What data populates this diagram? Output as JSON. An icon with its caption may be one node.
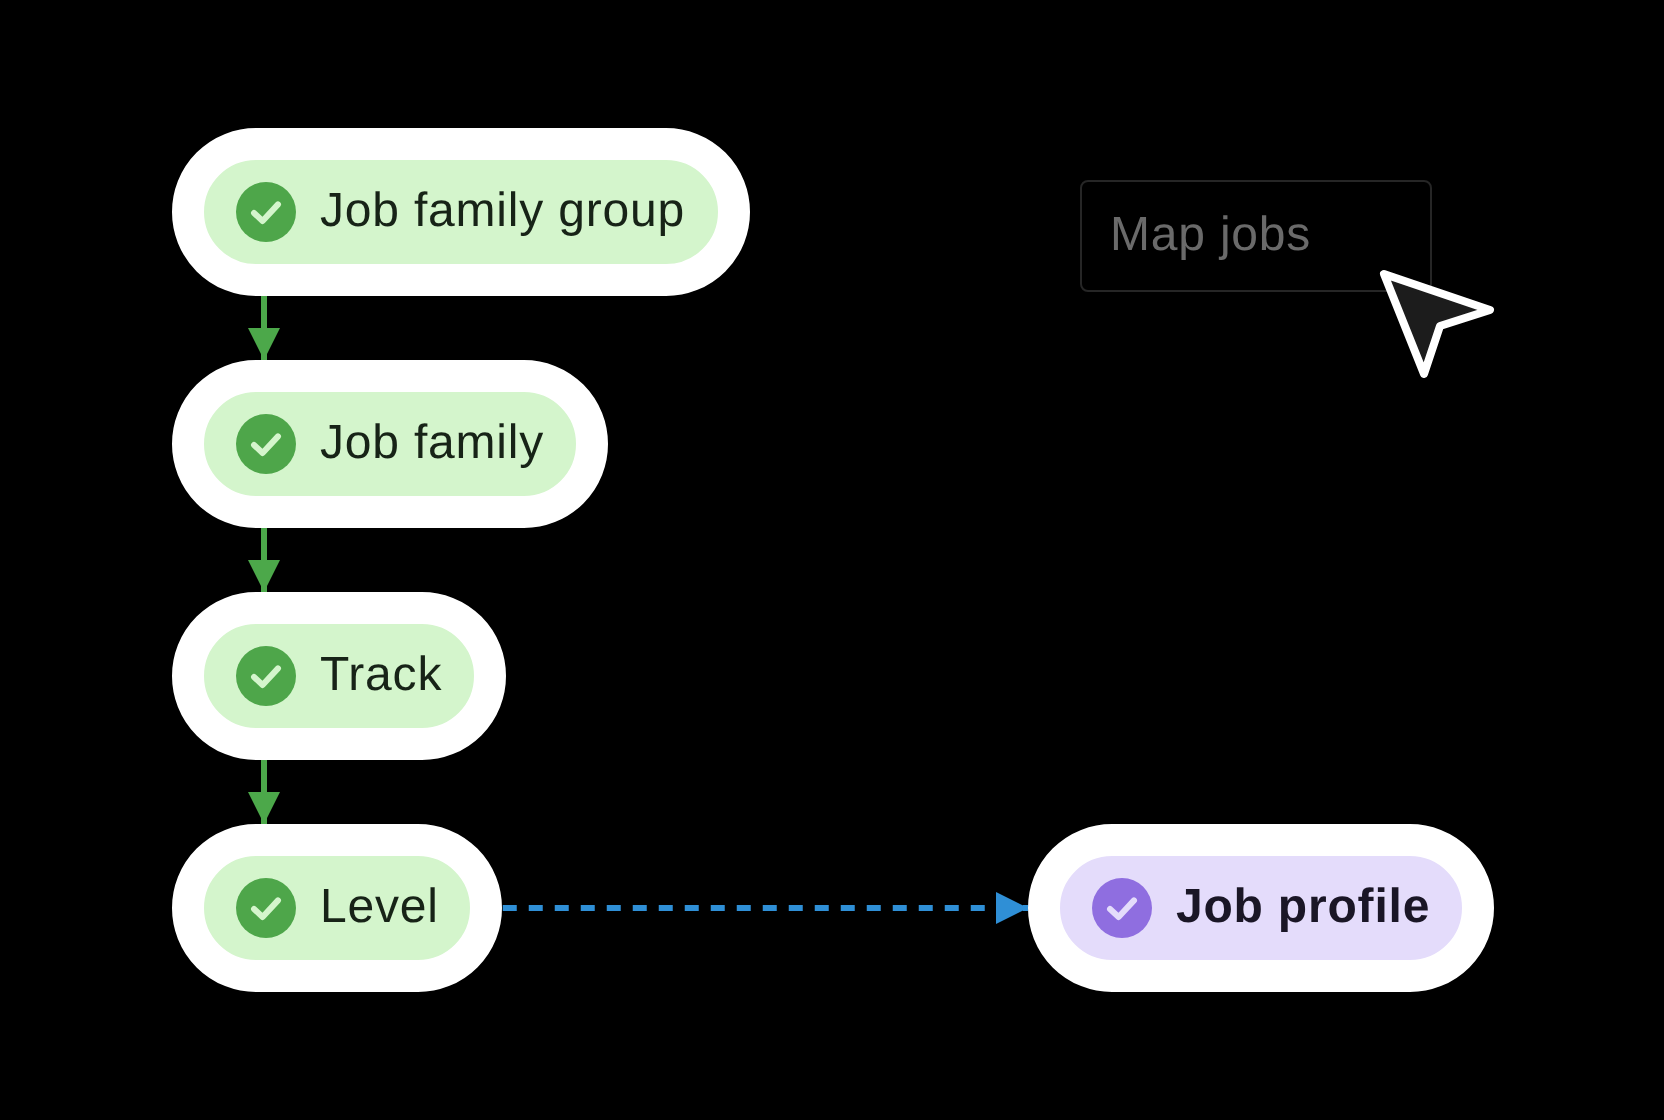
{
  "diagram": {
    "nodes": [
      {
        "text": [
          "Job family group"
        ]
      },
      {
        "text": [
          "Job family"
        ]
      },
      {
        "text": [
          "Track"
        ]
      },
      {
        "text": [
          "Level"
        ]
      },
      {
        "text": [
          "Job profile"
        ]
      },
      {
        "text": [
          "Map jobs"
        ]
      }
    ],
    "edges": [
      {
        "from": 0,
        "to": 1,
        "arrow": "to"
      },
      {
        "from": 1,
        "to": 2,
        "arrow": "to"
      },
      {
        "from": 2,
        "to": 3,
        "arrow": "to"
      },
      {
        "from": 3,
        "to": 4,
        "arrow": "to",
        "style": "dashed",
        "color": "#2f8fd6"
      }
    ]
  }
}
